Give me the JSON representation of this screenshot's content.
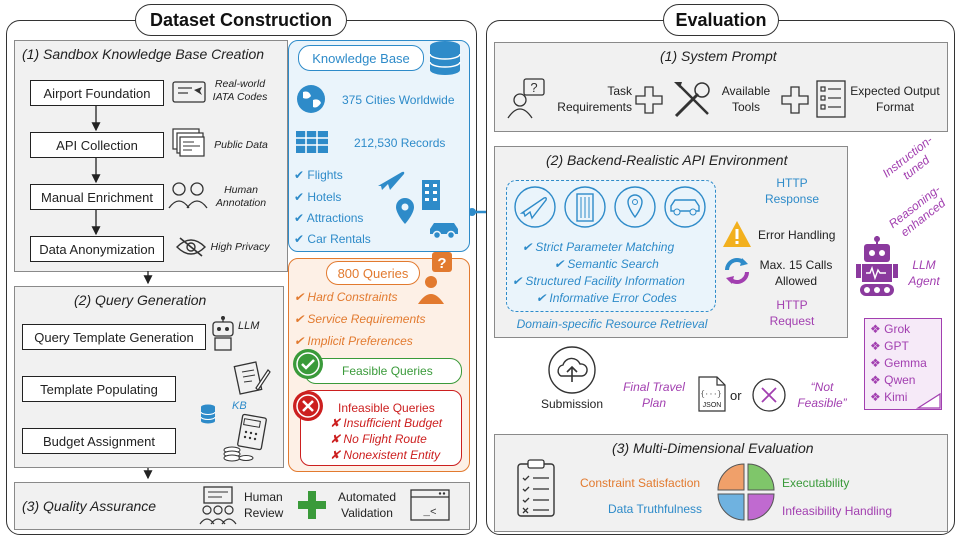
{
  "headers": {
    "left": "Dataset Construction",
    "right": "Evaluation"
  },
  "kb_creation": {
    "title": "(1) Sandbox Knowledge Base Creation",
    "steps": [
      "Airport Foundation",
      "API Collection",
      "Manual Enrichment",
      "Data Anonymization"
    ],
    "notes": [
      "Real-world IATA Codes",
      "Public Data",
      "Human Annotation",
      "High Privacy"
    ]
  },
  "knowledge_base": {
    "title": "Knowledge Base",
    "cities": "375 Cities Worldwide",
    "records": "212,530 Records",
    "items": [
      "Flights",
      "Hotels",
      "Attractions",
      "Car Rentals"
    ]
  },
  "query_generation": {
    "title": "(2) Query Generation",
    "steps": [
      "Query Template Generation",
      "Template Populating",
      "Budget Assignment"
    ],
    "llm_label": "LLM",
    "kb_label": "KB"
  },
  "queries": {
    "title": "800 Queries",
    "items": [
      "Hard Constraints",
      "Service Requirements",
      "Implicit Preferences"
    ],
    "feasible": "Feasible Queries",
    "infeasible_title": "Infeasible Queries",
    "infeasible_items": [
      "Insufficient Budget",
      "No Flight Route",
      "Nonexistent Entity"
    ]
  },
  "quality": {
    "title": "(3) Quality Assurance",
    "human": "Human Review",
    "automated": "Automated Validation"
  },
  "system_prompt": {
    "title": "(1) System Prompt",
    "task": "Task Requirements",
    "tools": "Available Tools",
    "output": "Expected Output Format"
  },
  "api_env": {
    "title": "(2) Backend-Realistic API Environment",
    "features": [
      "Strict Parameter Matching",
      "Semantic Search",
      "Structured Facility Information",
      "Informative Error Codes"
    ],
    "caption": "Domain-specific Resource Retrieval",
    "error_handling": "Error Handling",
    "max_calls": "Max. 15 Calls Allowed",
    "http_response": "HTTP Response",
    "http_request": "HTTP Request"
  },
  "agent": {
    "instruction": "Instruction-tuned",
    "reasoning": "Reasoning-enhanced",
    "label": "LLM Agent",
    "models": [
      "Grok",
      "GPT",
      "Gemma",
      "Qwen",
      "Kimi"
    ]
  },
  "submission": {
    "label": "Submission",
    "plan": "Final Travel Plan",
    "json": "JSON",
    "or": "or",
    "not_feasible": "“Not Feasible”"
  },
  "evaluation": {
    "title": "(3) Multi-Dimensional Evaluation",
    "dims": [
      "Constraint Satisfaction",
      "Executability",
      "Data Truthfulness",
      "Infeasibility Handling"
    ]
  },
  "colors": {
    "blue": "#2e8bc9",
    "orange": "#e27a2f",
    "purple": "#a23fb0",
    "green": "#3a9a3a",
    "red": "#cc1f1f"
  }
}
